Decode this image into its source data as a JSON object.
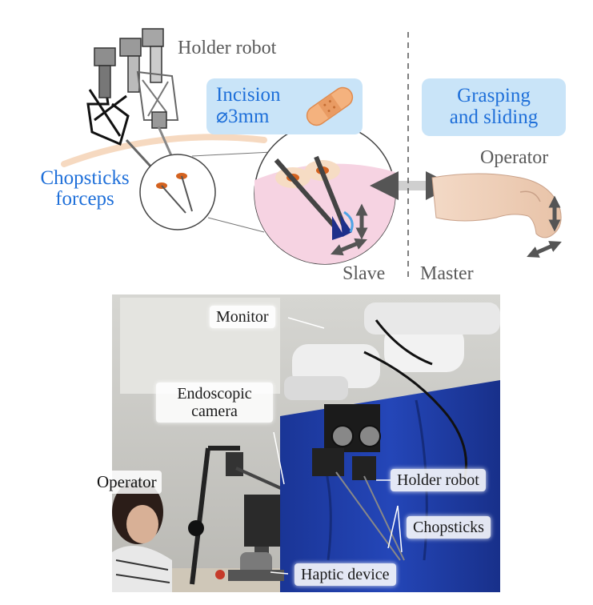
{
  "top_panel": {
    "holder_robot_label": "Holder robot",
    "incision_line1": "Incision",
    "incision_line2": "⌀3mm",
    "grasping_line1": "Grasping",
    "grasping_line2": "and sliding",
    "operator_label": "Operator",
    "chopsticks_line1": "Chopsticks",
    "chopsticks_line2": "forceps",
    "slave_label": "Slave",
    "master_label": "Master"
  },
  "bottom_panel": {
    "monitor_label": "Monitor",
    "endoscopic_line1": "Endoscopic",
    "endoscopic_line2": "camera",
    "operator_label": "Operator",
    "holder_robot_label": "Holder robot",
    "chopsticks_label": "Chopsticks",
    "haptic_label": "Haptic device"
  },
  "colors": {
    "accent_blue": "#1e6fd9",
    "callout_bg": "#c9e4f8",
    "label_gray": "#5a5a5a",
    "incision_orange": "#d4621f",
    "drape_blue": "#1d3fa8"
  }
}
